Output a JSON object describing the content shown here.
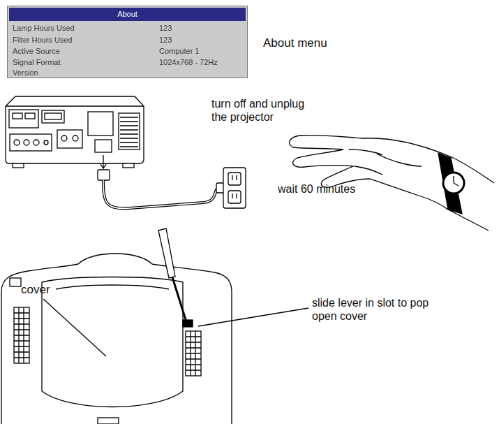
{
  "diagram": {
    "nodes": [
      {
        "text": [
          "About"
        ]
      }
    ],
    "labels": [
      "Lamp Hours Used",
      "123",
      "Filter Hours Used",
      "123",
      "Active Source",
      "Computer 1",
      "Signal Format",
      "1024x768 - 72Hz",
      "Version",
      "About menu",
      "turn off and unplug the projector",
      "wait 60 minutes",
      "cover",
      "slide lever in slot to pop open cover"
    ]
  }
}
